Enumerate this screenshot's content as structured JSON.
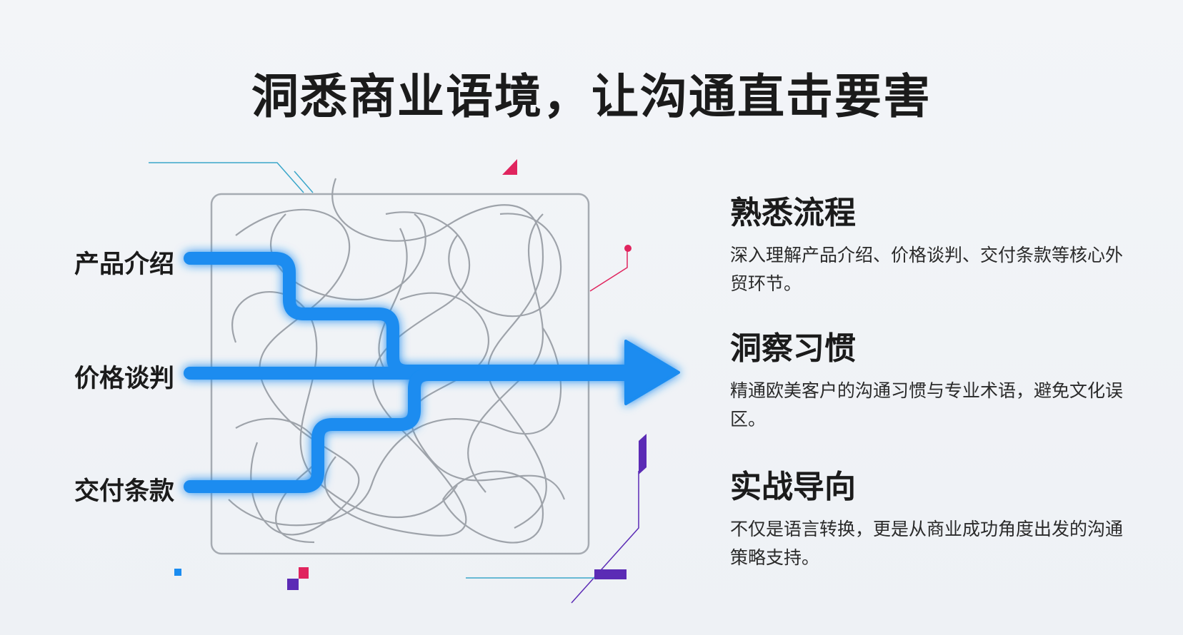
{
  "title": "洞悉商业语境，让沟通直击要害",
  "diagram": {
    "inputs": [
      "产品介绍",
      "价格谈判",
      "交付条款"
    ],
    "colors": {
      "arrow": "#1a8cf0",
      "scribble": "#9ea3aa",
      "accent_pink": "#e0245e",
      "accent_purple": "#5b2bb5",
      "accent_cyan": "#3aa6c9"
    }
  },
  "features": [
    {
      "title": "熟悉流程",
      "desc": "深入理解产品介绍、价格谈判、交付条款等核心外贸环节。"
    },
    {
      "title": "洞察习惯",
      "desc": "精通欧美客户的沟通习惯与专业术语，避免文化误区。"
    },
    {
      "title": "实战导向",
      "desc": "不仅是语言转换，更是从商业成功角度出发的沟通策略支持。"
    }
  ]
}
